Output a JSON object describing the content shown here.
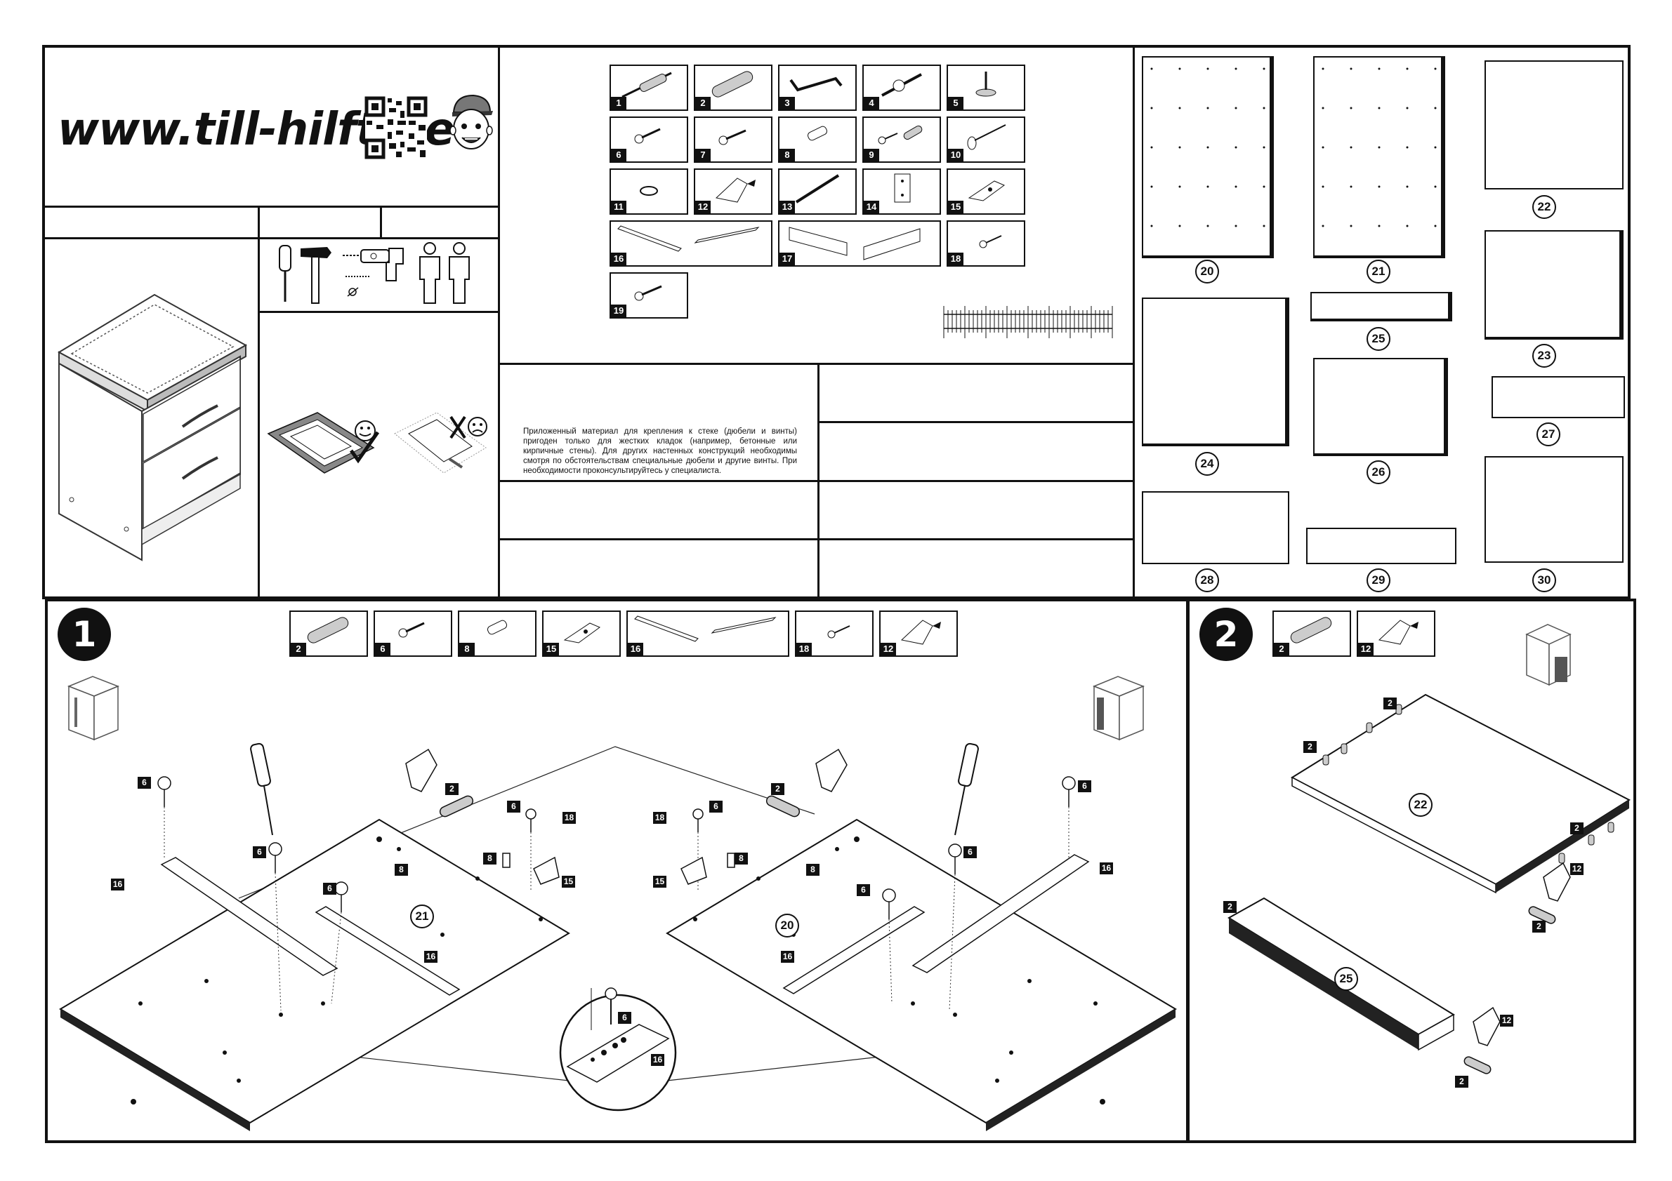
{
  "header": {
    "url": "www.till-hilft.de",
    "qr_icon": "qr-code-icon",
    "mascot_icon": "boy-mascot-icon"
  },
  "tools": [
    "screwdriver-icon",
    "hammer-icon",
    "drill-icon",
    "two-person-icon"
  ],
  "surface_advice": [
    "carpet-ok-icon",
    "hard-floor-not-ok-icon"
  ],
  "notice_text": "Приложенный материал для крепления к стеке (дюбели и винты) пригоден только для жестких кладок (например, бетонные или кирпичные стены). Для других настенных конструкций необходимы смотря по обстоятельствам специальные дюбели и другие винты. При необходимости проконсультируйтесь у специалиста.",
  "hardware_parts": [
    {
      "num": "1",
      "icon": "wall-plug-screw-icon"
    },
    {
      "num": "2",
      "icon": "wooden-dowel-icon"
    },
    {
      "num": "3",
      "icon": "handle-icon"
    },
    {
      "num": "4",
      "icon": "long-screw-icon"
    },
    {
      "num": "5",
      "icon": "adjustable-foot-icon"
    },
    {
      "num": "6",
      "icon": "euro-screw-icon"
    },
    {
      "num": "7",
      "icon": "screw-icon"
    },
    {
      "num": "8",
      "icon": "cam-bolt-icon"
    },
    {
      "num": "9",
      "icon": "screw-and-plug-icon"
    },
    {
      "num": "10",
      "icon": "nail-icon"
    },
    {
      "num": "11",
      "icon": "cover-cap-icon"
    },
    {
      "num": "12",
      "icon": "glue-tube-icon"
    },
    {
      "num": "13",
      "icon": "rod-icon"
    },
    {
      "num": "14",
      "icon": "hanger-bracket-icon"
    },
    {
      "num": "15",
      "icon": "angle-bracket-icon"
    },
    {
      "num": "16",
      "icon": "drawer-runner-icon"
    },
    {
      "num": "17",
      "icon": "drawer-side-panel-icon"
    },
    {
      "num": "18",
      "icon": "small-screw-icon"
    },
    {
      "num": "19",
      "icon": "screw-icon"
    }
  ],
  "panels": [
    "20",
    "21",
    "22",
    "23",
    "24",
    "25",
    "26",
    "27",
    "28",
    "29",
    "30"
  ],
  "steps": [
    {
      "num": "1",
      "parts": [
        "2",
        "6",
        "8",
        "15",
        "16",
        "18",
        "12"
      ],
      "panel_labels": [
        "21",
        "20"
      ],
      "callouts": [
        "6",
        "6",
        "6",
        "2",
        "6",
        "18",
        "8",
        "8",
        "15",
        "16",
        "16",
        "2",
        "6",
        "18",
        "8",
        "8",
        "15",
        "6",
        "6",
        "6",
        "16",
        "16",
        "6",
        "16"
      ]
    },
    {
      "num": "2",
      "parts": [
        "2",
        "12"
      ],
      "panel_labels": [
        "22",
        "25"
      ],
      "callouts": [
        "2",
        "2",
        "2",
        "12",
        "2",
        "2",
        "12",
        "2"
      ]
    }
  ]
}
